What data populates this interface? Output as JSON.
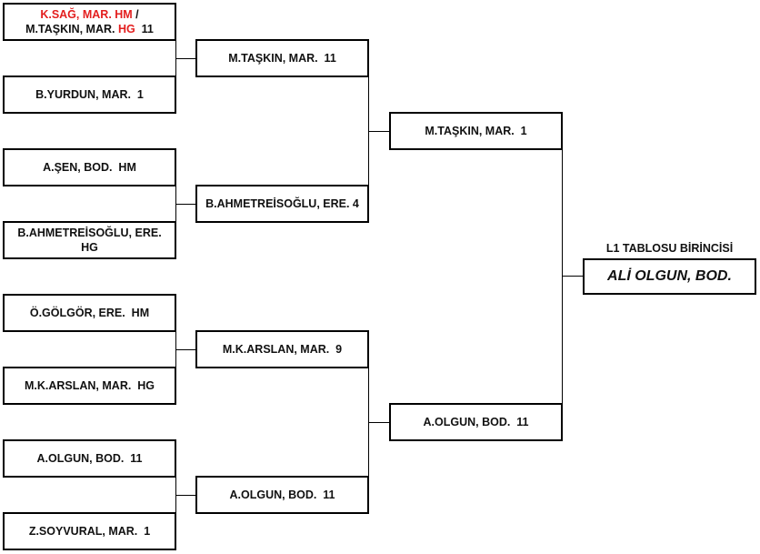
{
  "bracket": {
    "round1": [
      {
        "parts": [
          {
            "text": "K.SAĞ, MAR. HM",
            "color": "#e31e1e"
          },
          {
            "text": " /",
            "color": "#111111"
          },
          {
            "text": "M.TAŞKIN, MAR. ",
            "color": "#111111"
          },
          {
            "text": "HG",
            "color": "#e31e1e"
          },
          {
            "text": "  11",
            "color": "#111111"
          }
        ]
      },
      {
        "label": "B.YURDUN, MAR.  1"
      },
      {
        "label": "A.ŞEN, BOD.  HM"
      },
      {
        "label": "B.AHMETREİSOĞLU, ERE. HG"
      },
      {
        "label": "Ö.GÖLGÖR, ERE.  HM"
      },
      {
        "label": "M.K.ARSLAN, MAR.  HG"
      },
      {
        "label": "A.OLGUN, BOD.  11"
      },
      {
        "label": "Z.SOYVURAL, MAR.  1"
      }
    ],
    "round2": [
      {
        "label": "M.TAŞKIN, MAR.  11"
      },
      {
        "label": "B.AHMETREİSOĞLU, ERE. 4"
      },
      {
        "label": "M.K.ARSLAN, MAR.  9"
      },
      {
        "label": "A.OLGUN, BOD.  11"
      }
    ],
    "round3": [
      {
        "label": "M.TAŞKIN, MAR.  1"
      },
      {
        "label": "A.OLGUN, BOD.  11"
      }
    ],
    "winner_title": "L1 TABLOSU BİRİNCİSİ",
    "winner": "ALİ OLGUN, BOD."
  },
  "colors": {
    "highlight": "#e31e1e",
    "text": "#111111",
    "line": "#000000"
  }
}
